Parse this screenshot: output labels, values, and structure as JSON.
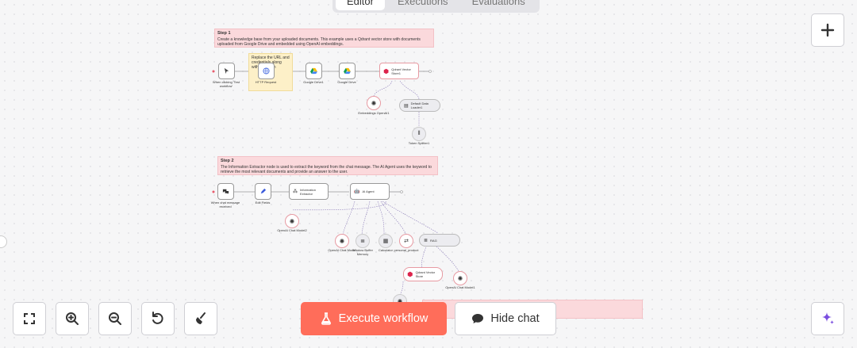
{
  "tabs": [
    "Editor",
    "Executions",
    "Evaluations"
  ],
  "active_tab": "Editor",
  "buttons": {
    "execute": "Execute workflow",
    "hide_chat": "Hide chat"
  },
  "colors": {
    "accent": "#ff6d5a",
    "sticky_pink": "#fbd9dc",
    "sticky_yellow": "#fdf0c8",
    "ai_purple": "#7b4fe0"
  },
  "step1": {
    "title": "Step 1",
    "text": "Create a knowledge base from your uploaded documents. This example uses a Qdrant vector store with documents uploaded from Google Drive and embedded using OpenAI embeddings.",
    "note": "Replace the URL and credentials along with your own",
    "nodes": {
      "trigger": "When clicking 'Test workflow'",
      "http": "HTTP Request",
      "gdrive1": "Google Drive1",
      "gdrive2": "Google Drive",
      "qdrant": "Qdrant Vector Store1",
      "embed": "Embeddings OpenAI1",
      "loader": "Default Data Loader1",
      "splitter": "Token Splitter1"
    }
  },
  "step2": {
    "title": "Step 2",
    "text": "The Information Extractor node is used to extract the keyword from the chat message. The AI Agent uses the keyword to retrieve the most relevant documents and provide an answer to the user.",
    "nodes": {
      "chat": "When chat message received",
      "edit": "Edit Fields",
      "extractor": "Information Extractor",
      "agent": "AI Agent",
      "openai2": "OpenAI Chat Model2",
      "openai": "OpenAI Chat Model",
      "memory": "Window Buffer Memory",
      "calc": "Calculator",
      "product": "personal_product",
      "rag": "RAG",
      "qdrant2": "Qdrant Vector Store",
      "openai1": "OpenAI Chat Model1"
    }
  }
}
